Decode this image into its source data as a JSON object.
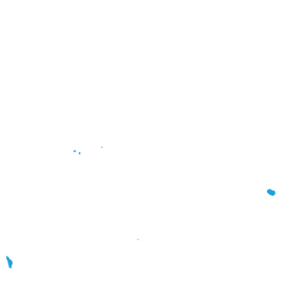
{
  "map": {
    "background_color": "#ffffff",
    "feature_color": "#1aa0dc",
    "features": [
      {
        "kind": "island-cluster",
        "name": "small-island-west-center"
      },
      {
        "kind": "island-cluster",
        "name": "small-island-center"
      },
      {
        "kind": "island",
        "name": "island-east"
      },
      {
        "kind": "island",
        "name": "island-southwest"
      },
      {
        "kind": "islet",
        "name": "islet-south-center"
      }
    ]
  }
}
